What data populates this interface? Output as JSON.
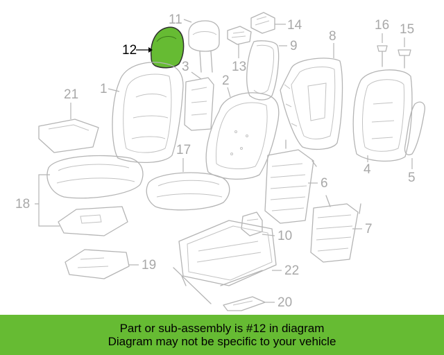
{
  "diagram": {
    "highlight_color": "#66bb33",
    "callouts": {
      "c1": "1",
      "c2": "2",
      "c3": "3",
      "c4": "4",
      "c5": "5",
      "c6": "6",
      "c7": "7",
      "c8": "8",
      "c9": "9",
      "c10": "10",
      "c11": "11",
      "c12": "12",
      "c13": "13",
      "c14": "14",
      "c15": "15",
      "c16": "16",
      "c17": "17",
      "c18": "18",
      "c19": "19",
      "c20": "20",
      "c21": "21",
      "c22": "22"
    }
  },
  "banner": {
    "line1": "Part or sub-assembly is #12 in diagram",
    "line2": "Diagram may not be specific to your vehicle",
    "bg_color": "#66bb33"
  }
}
